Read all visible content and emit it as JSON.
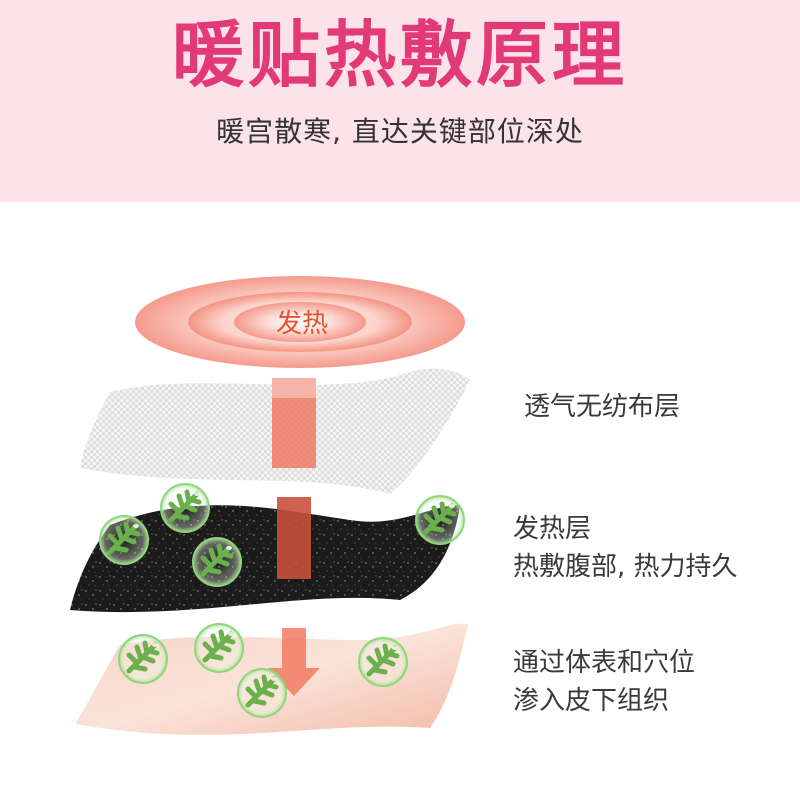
{
  "header": {
    "title": "暖贴热敷原理",
    "subtitle": "暖宫散寒, 直达关键部位深处",
    "background_color": "#fce3ea",
    "title_color": "#e23a76"
  },
  "diagram": {
    "heat_source_label": "发热",
    "heat_label_color": "#e2522e",
    "layers": [
      {
        "name": "nonwoven",
        "label_lines": [
          "透气无纺布层"
        ]
      },
      {
        "name": "heating",
        "label_lines": [
          "发热层",
          "热敷腹部, 热力持久"
        ]
      },
      {
        "name": "skin",
        "label_lines": [
          "通过体表和穴位",
          "渗入皮下组织"
        ]
      }
    ],
    "colors": {
      "heat_ring": "#f7a79b",
      "heat_column": "#f07a63",
      "heating_layer": "#1c1c1c",
      "skin_layer": "#f6c9b8",
      "herb_green": "#6ab04c"
    }
  }
}
